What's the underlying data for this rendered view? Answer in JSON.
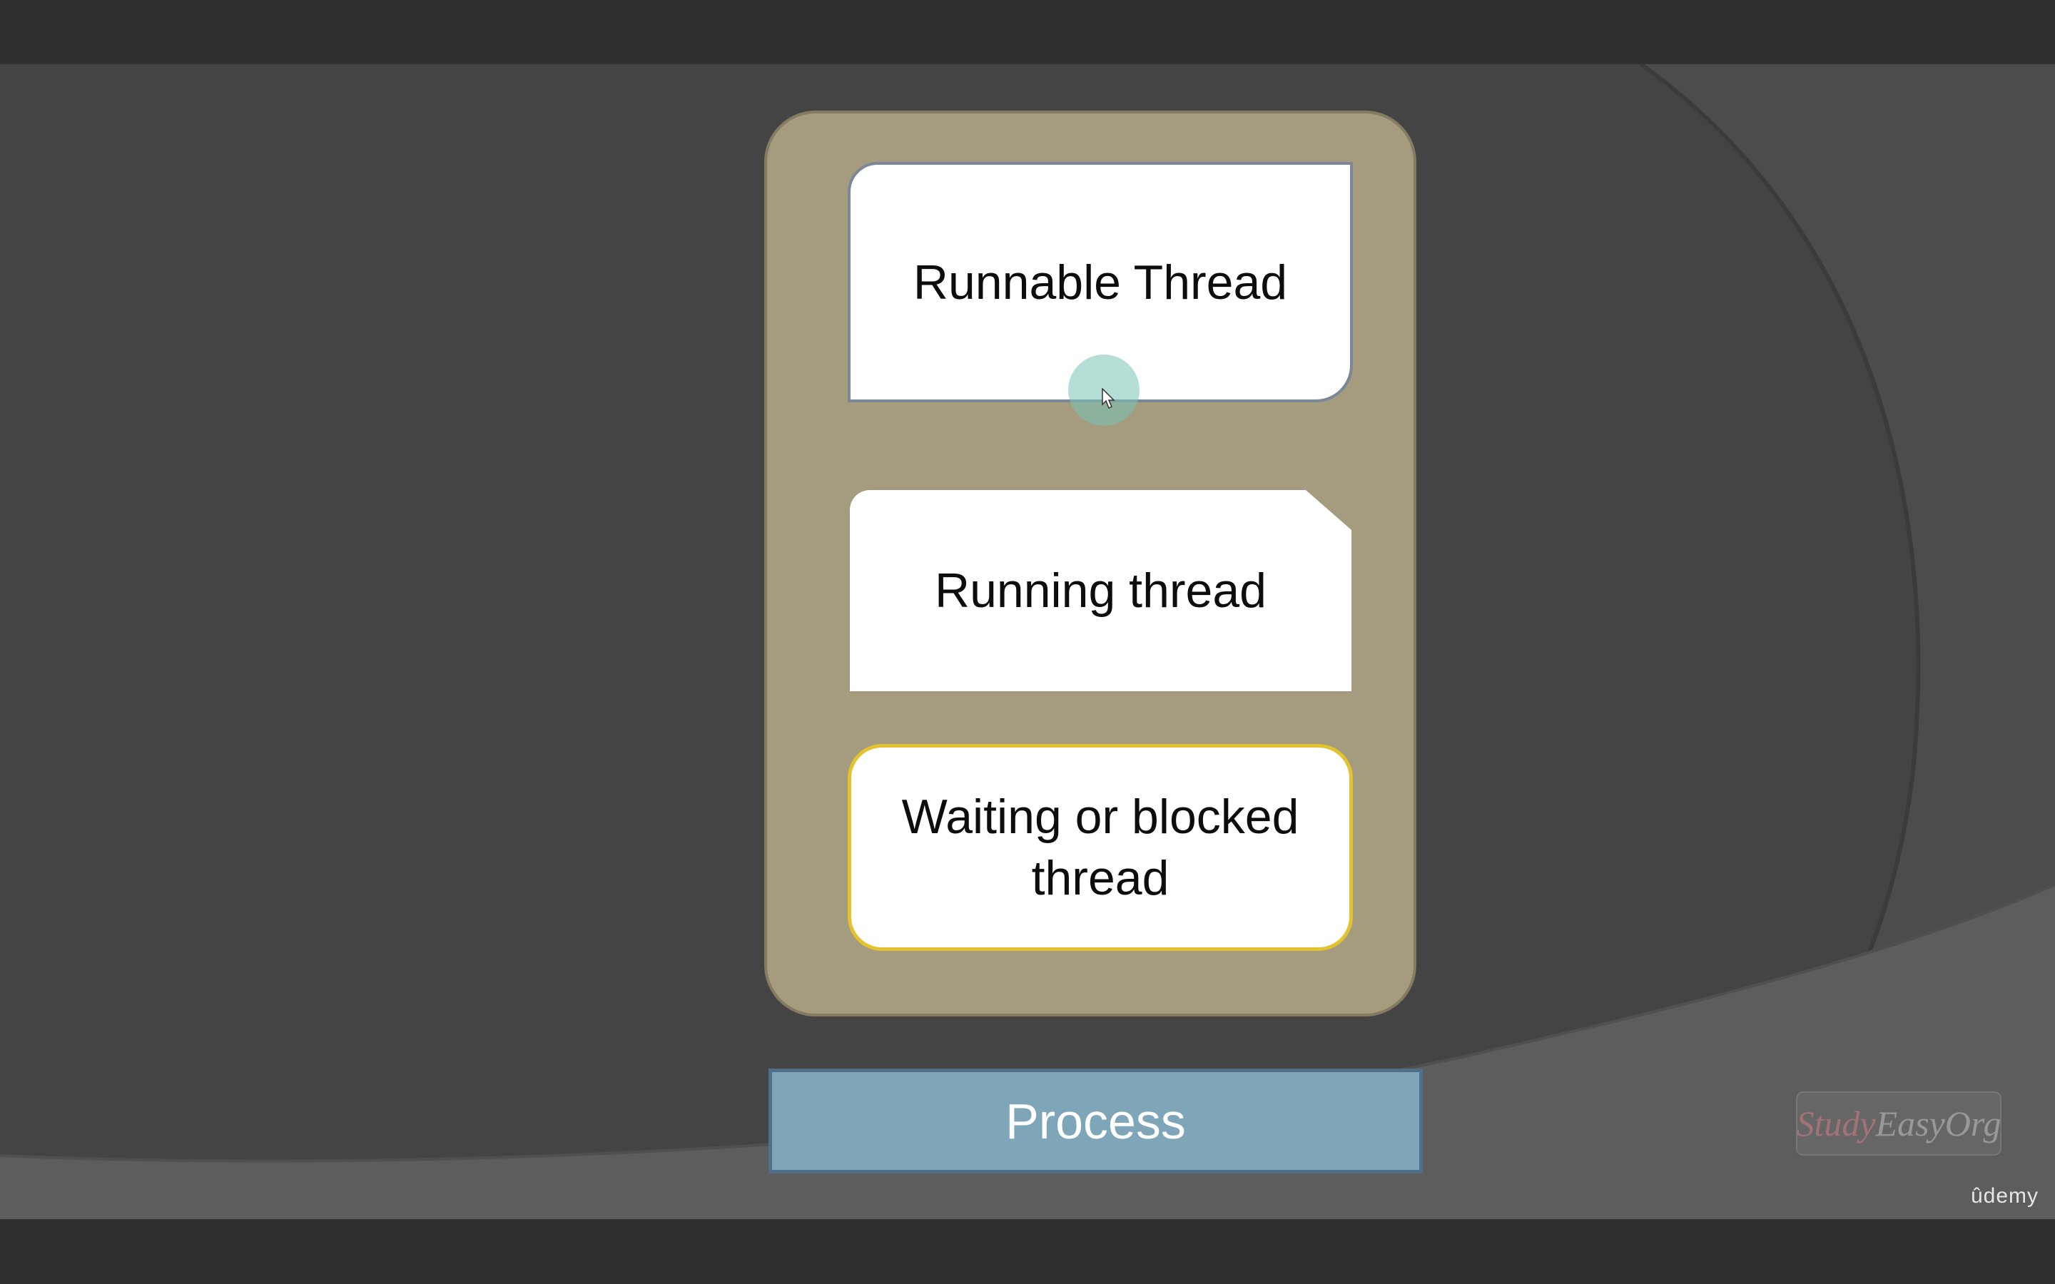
{
  "slide": {
    "boxes": {
      "runnable": "Runnable Thread",
      "running": "Running thread",
      "waiting": "Waiting or blocked thread"
    },
    "process_label": "Process",
    "watermark": {
      "part1": "Study",
      "part2": "EasyOrg"
    },
    "brand": "ûdemy"
  },
  "colors": {
    "panel": "#a59c7f",
    "process_fill": "#7fa5b8",
    "waiting_border": "#e2c22f",
    "slide_bg": "#444444"
  },
  "icons": {
    "cursor": "mouse-pointer-icon"
  }
}
